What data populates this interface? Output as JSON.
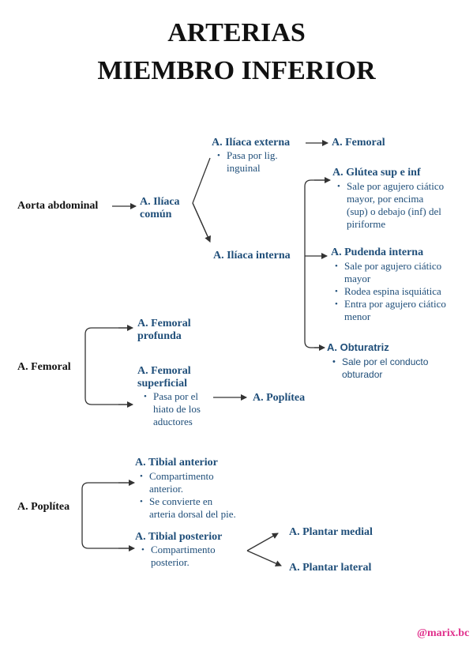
{
  "title": {
    "line1": "ARTERIAS",
    "line2": "MIEMBRO INFERIOR"
  },
  "section1": {
    "root": "Aorta abdominal",
    "iliaca_comun_l1": "A. Ilíaca",
    "iliaca_comun_l2": "común",
    "iliaca_externa": "A. Ilíaca externa",
    "iliaca_externa_notes": [
      "Pasa por lig.",
      "inguinal"
    ],
    "femoral": "A. Femoral",
    "iliaca_interna": "A. Ilíaca interna",
    "glutea": "A. Glútea sup e inf",
    "glutea_notes": [
      "Sale por agujero ciático",
      "mayor, por encima",
      "(sup) o debajo (inf) del",
      "piriforme"
    ],
    "pudenda": "A. Pudenda interna",
    "pudenda_notes": [
      "Sale por agujero ciático",
      "mayor",
      "Rodea espina isquiática",
      "Entra por agujero ciático",
      "menor"
    ],
    "obturatriz": "A. Obturatriz",
    "obturatriz_notes": [
      "Sale por el conducto",
      "obturador"
    ]
  },
  "section2": {
    "root": "A. Femoral",
    "profunda_l1": "A. Femoral",
    "profunda_l2": "profunda",
    "superficial_l1": "A. Femoral",
    "superficial_l2": "superficial",
    "superficial_notes": [
      "Pasa por el",
      "hiato de los",
      "aductores"
    ],
    "poplitea": "A. Poplítea"
  },
  "section3": {
    "root": "A. Poplítea",
    "tibial_anterior": "A. Tibial anterior",
    "tibial_anterior_notes": [
      "Compartimento",
      "anterior.",
      "Se convierte en",
      "arteria dorsal del pie."
    ],
    "tibial_posterior": "A. Tibial posterior",
    "tibial_posterior_notes": [
      "Compartimento",
      "posterior."
    ],
    "plantar_medial": "A. Plantar medial",
    "plantar_lateral": "A. Plantar lateral"
  },
  "watermark": "@marix.bc",
  "colors": {
    "label": "#1f4e79",
    "root": "#111111",
    "line": "#333333",
    "watermark": "#e0308c"
  }
}
